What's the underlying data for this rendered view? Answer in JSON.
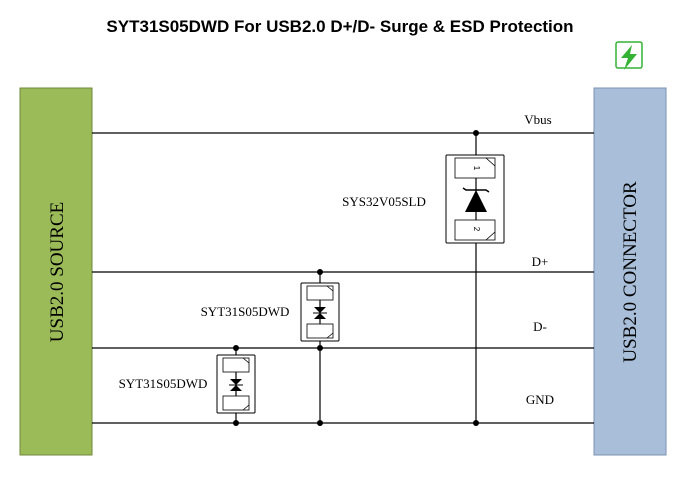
{
  "title": "SYT31S05DWD For USB2.0 D+/D- Surge & ESD Protection",
  "blocks": {
    "source": {
      "label": "USB2.0 SOURCE",
      "color": "#9bbb59"
    },
    "connector": {
      "label": "USB2.0  CONNECTOR",
      "color": "#a8bed9"
    }
  },
  "lines": {
    "vbus": "Vbus",
    "dplus": "D+",
    "dminus": "D-",
    "gnd": "GND"
  },
  "components": {
    "tvs_vbus": {
      "part": "SYS32V05SLD",
      "pin1": "1",
      "pin2": "2"
    },
    "esd_dplus": {
      "part": "SYT31S05DWD"
    },
    "esd_dminus": {
      "part": "SYT31S05DWD"
    }
  },
  "logo": {
    "icon": "lightning-bolt-icon",
    "color": "#33b233"
  }
}
